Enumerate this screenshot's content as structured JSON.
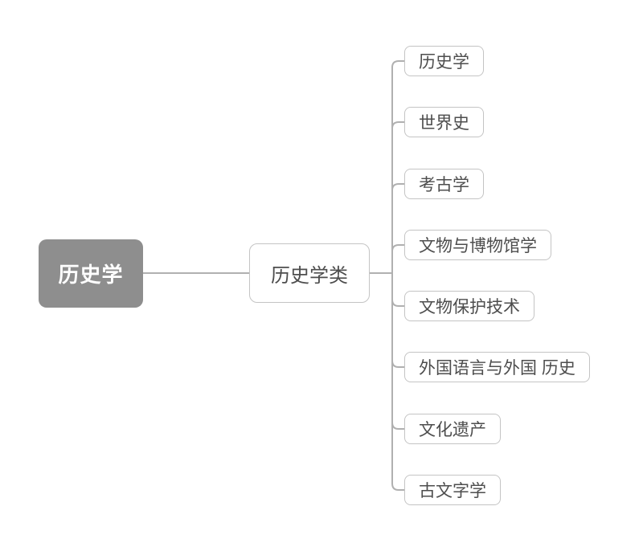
{
  "mindmap": {
    "root": {
      "label": "历史学"
    },
    "category": {
      "label": "历史学类"
    },
    "children": [
      {
        "label": "历史学"
      },
      {
        "label": "世界史"
      },
      {
        "label": "考古学"
      },
      {
        "label": "文物与博物馆学"
      },
      {
        "label": "文物保护技术"
      },
      {
        "label": "外国语言与外国 历史"
      },
      {
        "label": "文化遗产"
      },
      {
        "label": "古文字学"
      }
    ]
  },
  "colors": {
    "root_fill": "#8e8e8e",
    "root_text": "#ffffff",
    "node_border": "#c4c4c4",
    "node_text": "#4d4d4d",
    "connector": "#b0b0b0"
  }
}
